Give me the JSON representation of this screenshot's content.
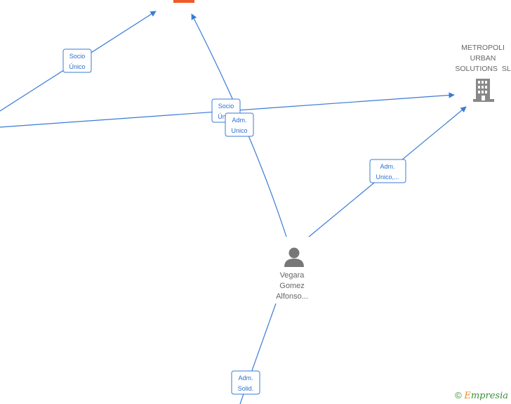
{
  "nodes": {
    "company": {
      "label_lines": [
        "METROPOLI",
        "URBAN",
        "SOLUTIONS  SL"
      ],
      "icon": "building-icon",
      "color": "#888888"
    },
    "person": {
      "label_lines": [
        "Vegara",
        "Gomez",
        "Alfonso..."
      ],
      "icon": "person-icon",
      "color": "#777777"
    },
    "top_company": {
      "icon": "building-icon",
      "color": "#f05a28"
    }
  },
  "edges": [
    {
      "name": "edge-left-to-top",
      "label_lines": [
        "Socio",
        "Único"
      ]
    },
    {
      "name": "edge-left-to-company",
      "label_lines": [
        "Socio",
        "Ún"
      ]
    },
    {
      "name": "edge-person-to-top",
      "label_lines": [
        "Adm.",
        "Unico"
      ]
    },
    {
      "name": "edge-person-to-company",
      "label_lines": [
        "Adm.",
        "Unico,..."
      ]
    },
    {
      "name": "edge-bottom-to-person",
      "label_lines": [
        "Adm.",
        "Solid."
      ]
    }
  ],
  "watermark": {
    "copyright": "©",
    "brand_initial": "E",
    "brand_rest": "mpresia"
  },
  "colors": {
    "edge": "#3a7bd5",
    "accent": "#f05a28",
    "text": "#666666"
  }
}
